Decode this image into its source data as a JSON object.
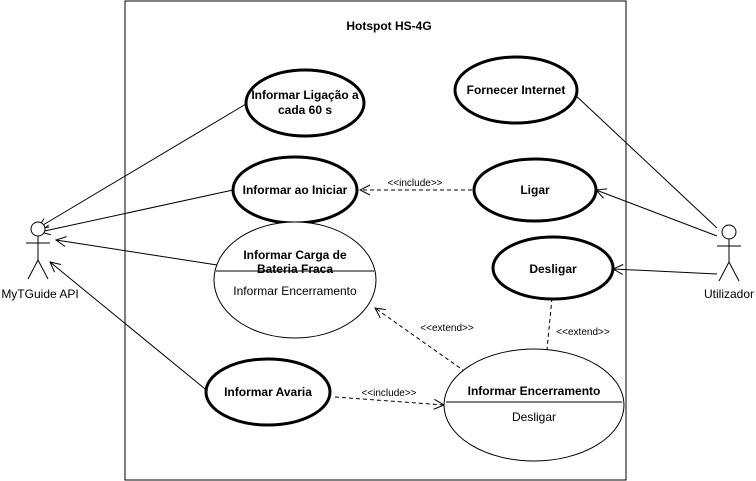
{
  "system": {
    "title": "Hotspot HS-4G"
  },
  "actors": {
    "left": "MyTGuide API",
    "right": "Utilizador"
  },
  "use_cases": {
    "ligacao": [
      "Informar Ligação a",
      "cada 60 s"
    ],
    "iniciar": "Informar ao Iniciar",
    "bateria": {
      "title": [
        "Informar Carga de",
        "Bateria Fraca"
      ],
      "extension_point": "Informar Encerramento"
    },
    "avaria": "Informar Avaria",
    "internet": "Fornecer Internet",
    "ligar": "Ligar",
    "desligar": "Desligar",
    "encerramento": {
      "title": "Informar Encerramento",
      "extension_point": "Desligar"
    }
  },
  "relations": {
    "include_1": "<<include>>",
    "include_2": "<<include>>",
    "extend_1": "<<extend>>",
    "extend_2": "<<extend>>"
  }
}
